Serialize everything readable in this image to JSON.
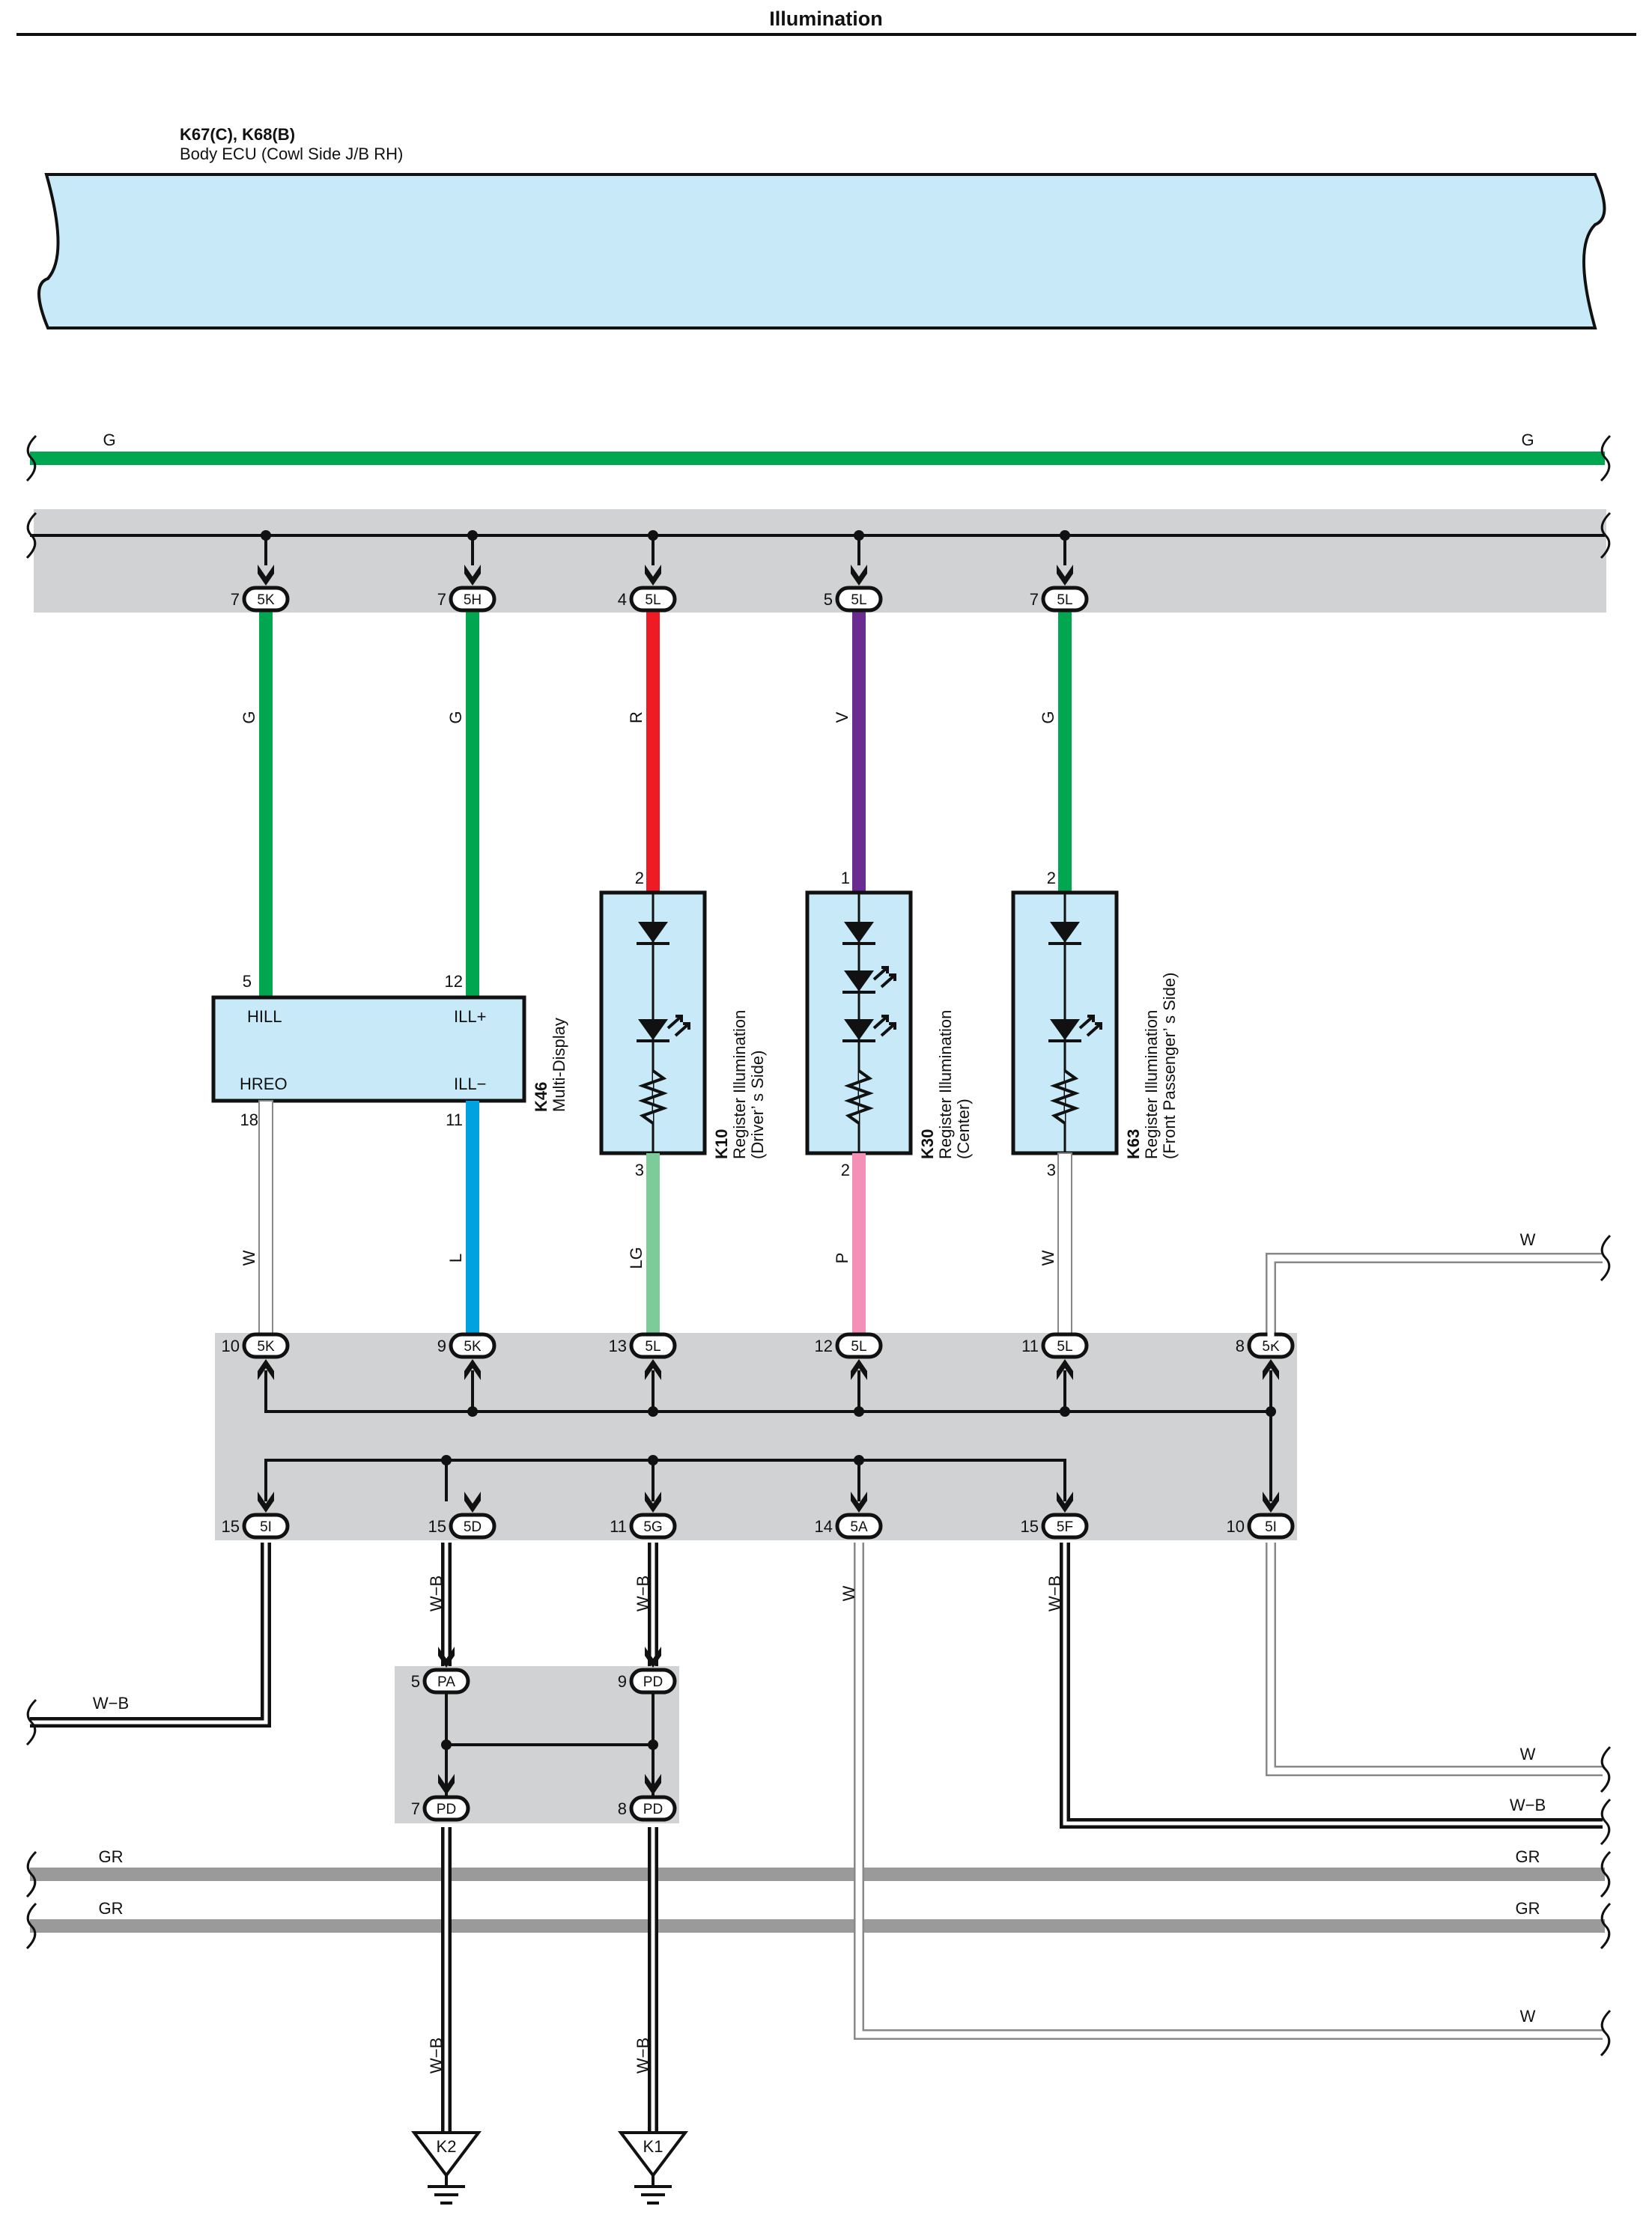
{
  "title": "Illumination",
  "ecu": {
    "code": "K67(C), K68(B)",
    "name": "Body ECU (Cowl Side J/B RH)"
  },
  "colors": {
    "G": "#00a650",
    "R": "#ed1c24",
    "V": "#6a2c91",
    "L": "#00a3e0",
    "LG": "#7ccb98",
    "P": "#f48fb8",
    "GR": "#9a9a9a",
    "W": "#ffffff",
    "WB": "#111111",
    "panel": "#d1d2d4",
    "ecu_fill": "#c7e9f8",
    "box_fill": "#c7e9f8"
  },
  "bus": {
    "label_left": "G",
    "label_right": "G"
  },
  "top_connectors": [
    {
      "pin": "7",
      "conn": "5K",
      "wire": "G"
    },
    {
      "pin": "7",
      "conn": "5H",
      "wire": "G"
    },
    {
      "pin": "4",
      "conn": "5L",
      "wire": "R"
    },
    {
      "pin": "5",
      "conn": "5L",
      "wire": "V"
    },
    {
      "pin": "7",
      "conn": "5L",
      "wire": "G"
    }
  ],
  "k46": {
    "code": "K46",
    "name": "Multi-Display",
    "terminals": {
      "hill": "HILL",
      "illp": "ILL+",
      "hreo": "HREO",
      "illm": "ILL−"
    },
    "pins": {
      "hill": "5",
      "illp": "12",
      "hreo": "18",
      "illm": "11"
    }
  },
  "lamps": [
    {
      "code": "K10",
      "name": "Register Illumination",
      "sub": "(Driver’ s Side)",
      "pin_in": "2",
      "pin_out": "3"
    },
    {
      "code": "K30",
      "name": "Register Illumination",
      "sub": "(Center)",
      "pin_in": "1",
      "pin_out": "2"
    },
    {
      "code": "K63",
      "name": "Register Illumination",
      "sub": "(Front Passenger’ s Side)",
      "pin_in": "2",
      "pin_out": "3"
    }
  ],
  "mid_connectors": [
    {
      "pin": "10",
      "conn": "5K",
      "wire": "W"
    },
    {
      "pin": "9",
      "conn": "5K",
      "wire": "L"
    },
    {
      "pin": "13",
      "conn": "5L",
      "wire": "LG"
    },
    {
      "pin": "12",
      "conn": "5L",
      "wire": "P"
    },
    {
      "pin": "11",
      "conn": "5L",
      "wire": "W"
    },
    {
      "pin": "8",
      "conn": "5K",
      "wire": "W"
    }
  ],
  "bottom_connectors": [
    {
      "pin": "15",
      "conn": "5I",
      "wire": "W−B"
    },
    {
      "pin": "15",
      "conn": "5D",
      "wire": "W−B"
    },
    {
      "pin": "11",
      "conn": "5G",
      "wire": "W−B"
    },
    {
      "pin": "14",
      "conn": "5A",
      "wire": "W"
    },
    {
      "pin": "15",
      "conn": "5F",
      "wire": "W−B"
    },
    {
      "pin": "10",
      "conn": "5I",
      "wire": "W"
    }
  ],
  "junction": {
    "top": [
      {
        "pin": "5",
        "conn": "PA"
      },
      {
        "pin": "9",
        "conn": "PD"
      }
    ],
    "bottom": [
      {
        "pin": "7",
        "conn": "PD"
      },
      {
        "pin": "8",
        "conn": "PD"
      }
    ]
  },
  "grounds": [
    {
      "code": "K2",
      "wire": "W−B"
    },
    {
      "code": "K1",
      "wire": "W−B"
    }
  ],
  "right_wires": {
    "w_top": "W",
    "w_mid": "W",
    "wb": "W−B",
    "gr1": "GR",
    "gr2": "GR",
    "w_bot": "W"
  },
  "left_wires": {
    "wb": "W−B",
    "gr1": "GR",
    "gr2": "GR"
  }
}
